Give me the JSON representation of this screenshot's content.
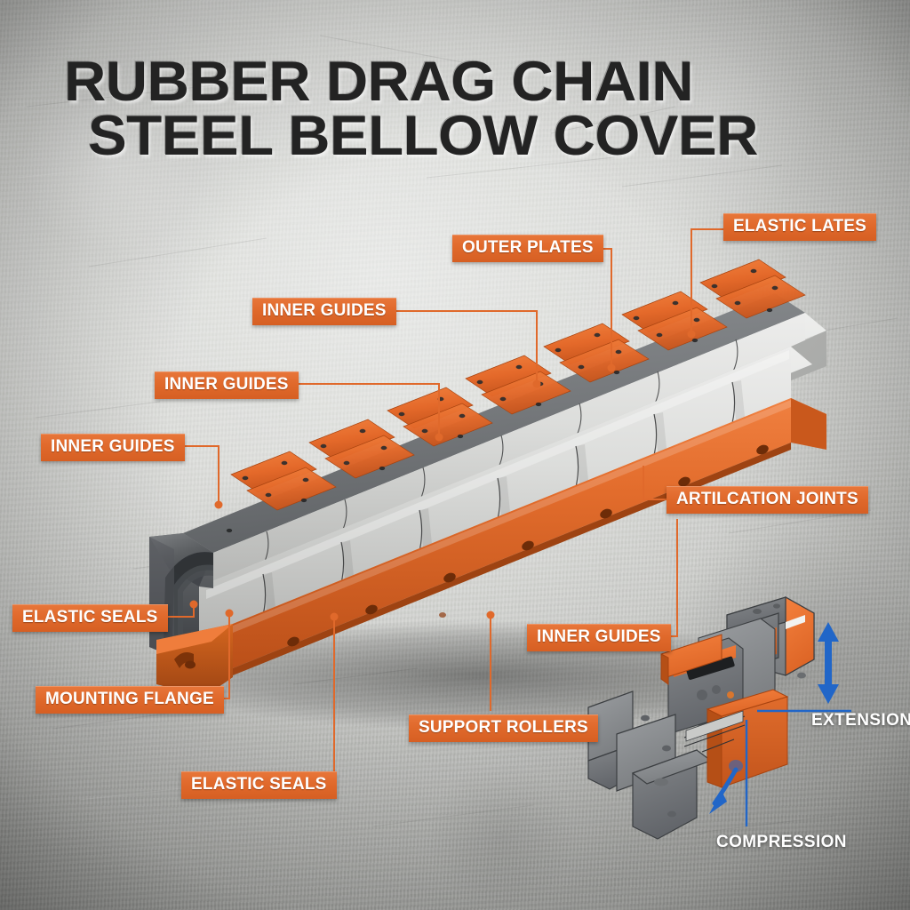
{
  "title": {
    "line1": "RUBBER DRAG CHAIN",
    "line2": "STEEL BELLOW COVER"
  },
  "colors": {
    "accent_orange": "#E0692B",
    "label_text": "#FFFFFF",
    "title_text": "#232323",
    "arrow_blue": "#2166C8",
    "metal_light": "#DCDDDB",
    "metal_dark": "#6E7073",
    "background": "#D4D5D2"
  },
  "callouts": [
    {
      "id": "elastic-lates",
      "text": "ELASTIC LATES"
    },
    {
      "id": "outer-plates",
      "text": "OUTER PLATES"
    },
    {
      "id": "inner-guides-1",
      "text": "INNER GUIDES"
    },
    {
      "id": "inner-guides-2",
      "text": "INNER GUIDES"
    },
    {
      "id": "inner-guides-3",
      "text": "INNER GUIDES"
    },
    {
      "id": "articulation-joints",
      "text": "ARTILCATION JOINTS"
    },
    {
      "id": "inner-guides-4",
      "text": "INNER GUIDES"
    },
    {
      "id": "elastic-seals-1",
      "text": "ELASTIC SEALS"
    },
    {
      "id": "mounting-flange",
      "text": "MOUNTING FLANGE"
    },
    {
      "id": "support-rollers",
      "text": "SUPPORT ROLLERS"
    },
    {
      "id": "elastic-seals-2",
      "text": "ELASTIC SEALS"
    }
  ],
  "inset": {
    "extension_label": "EXTENSION",
    "compression_label": "COMPRESSION",
    "extension_icon": "double-arrow-vertical-icon",
    "compression_icon": "curved-arrow-icon"
  }
}
